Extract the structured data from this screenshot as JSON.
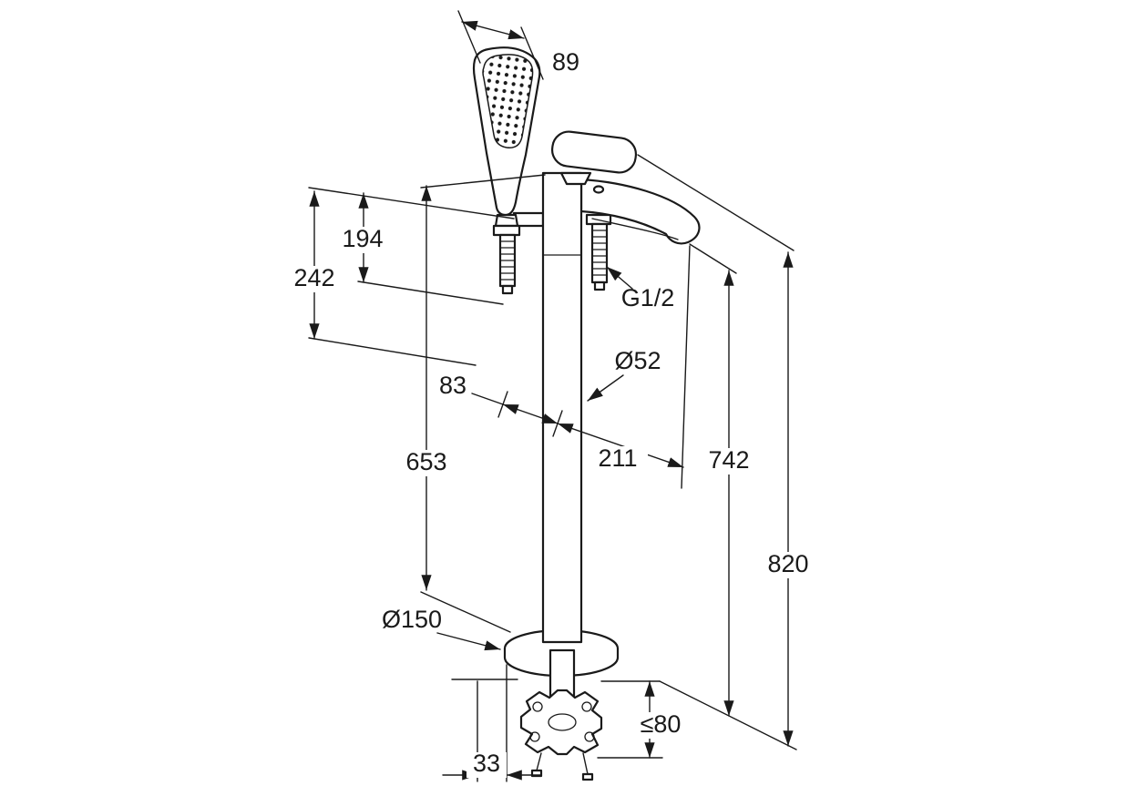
{
  "page": {
    "background": "#ffffff",
    "line_color": "#1a1a1a"
  },
  "diagram": {
    "type": "technical-dimension-drawing",
    "subject": "Freestanding single-lever bath mixer with hand shower",
    "dimensions": {
      "hand_shower_width": "89",
      "hand_shower_holder_height": "194",
      "hand_shower_overall": "242",
      "hose_thread": "G1/2",
      "column_diameter": "Ø52",
      "shower_offset": "83",
      "column_height": "653",
      "spout_reach": "211",
      "spout_height": "742",
      "overall_height": "820",
      "base_plate_diameter": "Ø150",
      "max_floor_thickness": "≤80",
      "base_offset": "33"
    }
  }
}
